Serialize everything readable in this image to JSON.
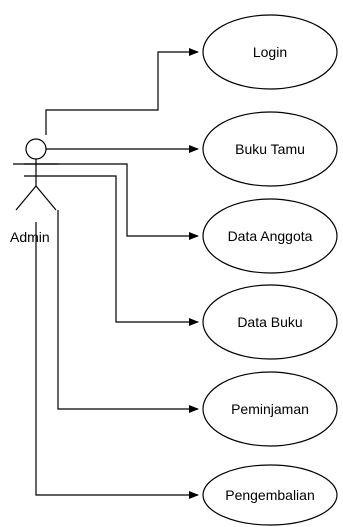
{
  "actor": {
    "label": "Admin"
  },
  "use_cases": [
    {
      "label": "Login"
    },
    {
      "label": "Buku Tamu"
    },
    {
      "label": "Data Anggota"
    },
    {
      "label": "Data Buku"
    },
    {
      "label": "Peminjaman"
    },
    {
      "label": "Pengembalian"
    }
  ]
}
